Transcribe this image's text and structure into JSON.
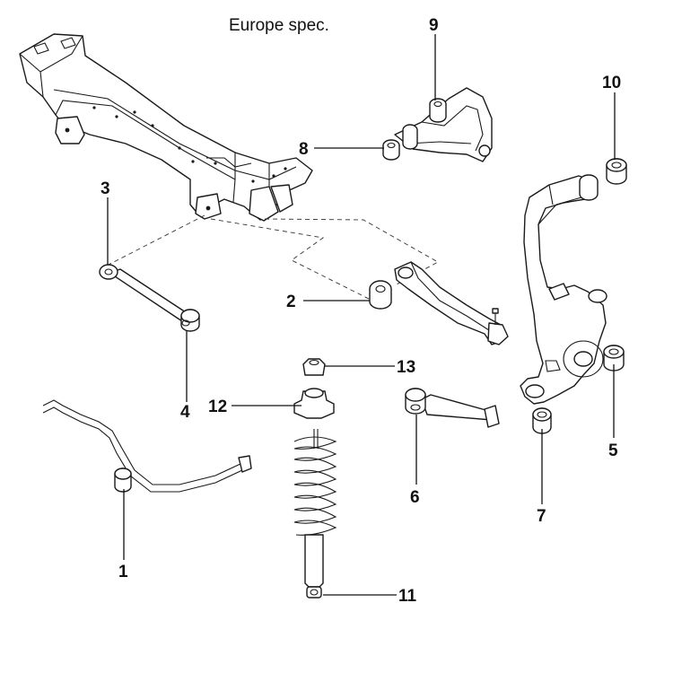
{
  "diagram": {
    "title": "Europe spec.",
    "callouts": {
      "c1": "1",
      "c2": "2",
      "c3": "3",
      "c4": "4",
      "c5": "5",
      "c6": "6",
      "c7": "7",
      "c8": "8",
      "c9": "9",
      "c10": "10",
      "c11": "11",
      "c12": "12",
      "c13": "13"
    }
  }
}
